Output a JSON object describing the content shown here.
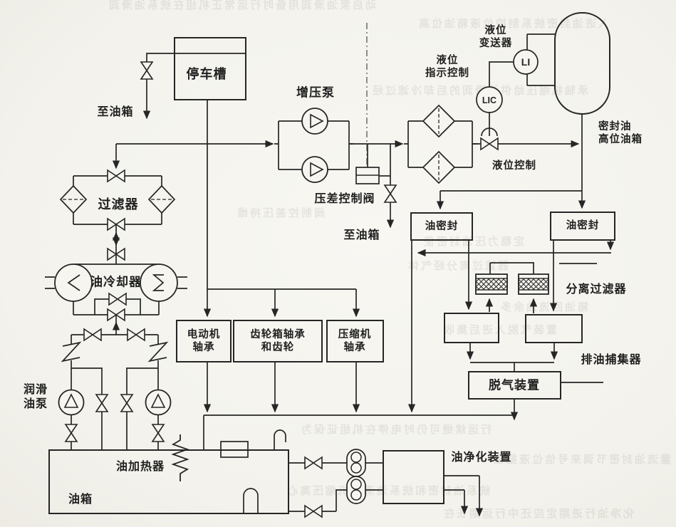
{
  "page": {
    "background": "#f6f5f0",
    "ink": "#262626",
    "figure_type": "compressor lubrication and seal oil system flow diagram"
  },
  "labels": {
    "to_tank_1": "至油箱",
    "stop_tank": "停车槽",
    "filter": "过滤器",
    "oil_cooler": "油冷却器",
    "lube_pump_1": "润滑",
    "lube_pump_2": "油泵",
    "oil_heater": "油加热器",
    "oil_tank": "油箱",
    "booster_pump": "增压泵",
    "dp_control_valve": "压差控制阀",
    "to_tank_2": "至油箱",
    "motor_bearing_1": "电动机",
    "motor_bearing_2": "轴承",
    "gearbox_bearing_1": "齿轮箱轴承",
    "gearbox_bearing_2": "和齿轮",
    "compressor_bearing_1": "压缩机",
    "compressor_bearing_2": "轴承",
    "level_ind_ctrl_1": "液位",
    "level_ind_ctrl_2": "指示控制",
    "level_transmitter_1": "液位",
    "level_transmitter_2": "变送器",
    "li": "LI",
    "lic": "LIC",
    "seal_tank_1": "密封油",
    "seal_tank_2": "高位油箱",
    "level_control": "液位控制",
    "oil_seal_left": "油密封",
    "oil_seal_right": "油密封",
    "separation_filter": "分离过滤器",
    "drain_trap": "排油捕集器",
    "degassing": "脱气装置",
    "purifier": "油净化装置"
  },
  "bleedthrough": {
    "r1": "动启泵油滑润用备时行运常正机组在统系油滑润",
    "r2": "入进油封密统系制控位液箱油位高",
    "r3": "承轴机缩压给供油滑润的后却冷滤过经",
    "r4": "阀制控差压持维",
    "r5": "定稳力压油封密使",
    "r6": "器滤过离分经气体",
    "r7": "箱油回流油余多",
    "r8": "置装气脱入进后集收",
    "r9": "行运续继可仍时电停在机组证保为",
    "r10": "量流油封密节调来号信位液据根",
    "r11": "统系油封密和统系油滑润机缩压离心",
    "r12": "化净油行进期定应还中行运期长在"
  }
}
